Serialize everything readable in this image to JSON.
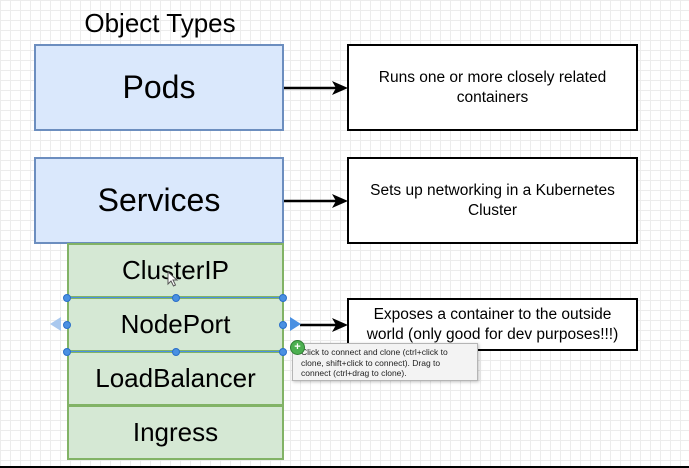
{
  "title": "Object Types",
  "object_boxes": [
    {
      "label": "Pods",
      "description": "Runs one or more closely related containers"
    },
    {
      "label": "Services",
      "description": "Sets up networking in a Kubernetes Cluster"
    }
  ],
  "service_types": [
    "ClusterIP",
    "NodePort",
    "LoadBalancer",
    "Ingress"
  ],
  "nodeport_description": "Exposes a container to the outside world (only good for dev purposes!!!)",
  "tooltip": {
    "icon": "plus-icon",
    "text": "Click to connect and clone (ctrl+click to clone, shift+click to connect). Drag to connect (ctrl+drag to clone)."
  },
  "colors": {
    "blue_fill": "#dae8fc",
    "blue_stroke": "#6c8ebf",
    "green_fill": "#d5e8d4",
    "green_stroke": "#82b366",
    "selection": "#4a90e2"
  }
}
